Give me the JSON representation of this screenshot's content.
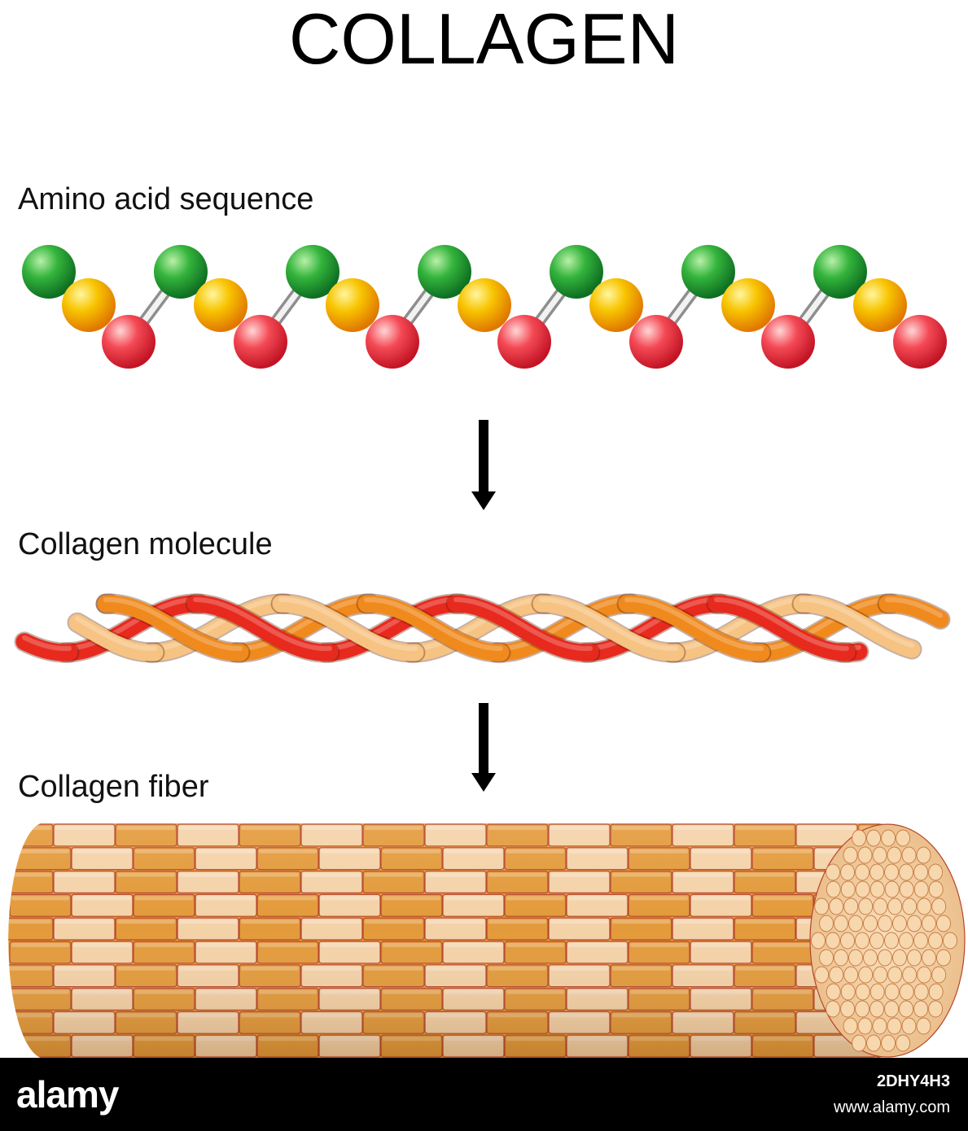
{
  "title": "COLLAGEN",
  "sections": {
    "amino": "Amino acid sequence",
    "molecule": "Collagen molecule",
    "fiber": "Collagen fiber"
  },
  "colors": {
    "green": "#1fa83a",
    "yellow": "#f6b500",
    "red": "#ee3b48",
    "strand_red": "#e8291e",
    "strand_orange": "#f08a1d",
    "strand_light": "#f7c382",
    "fiber_dark": "#e39a3a",
    "fiber_light": "#f4d2a8",
    "fiber_line": "#b5452a"
  },
  "footer": {
    "logo": "alamy",
    "image_id": "2DHY4H3",
    "url": "www.alamy.com"
  }
}
